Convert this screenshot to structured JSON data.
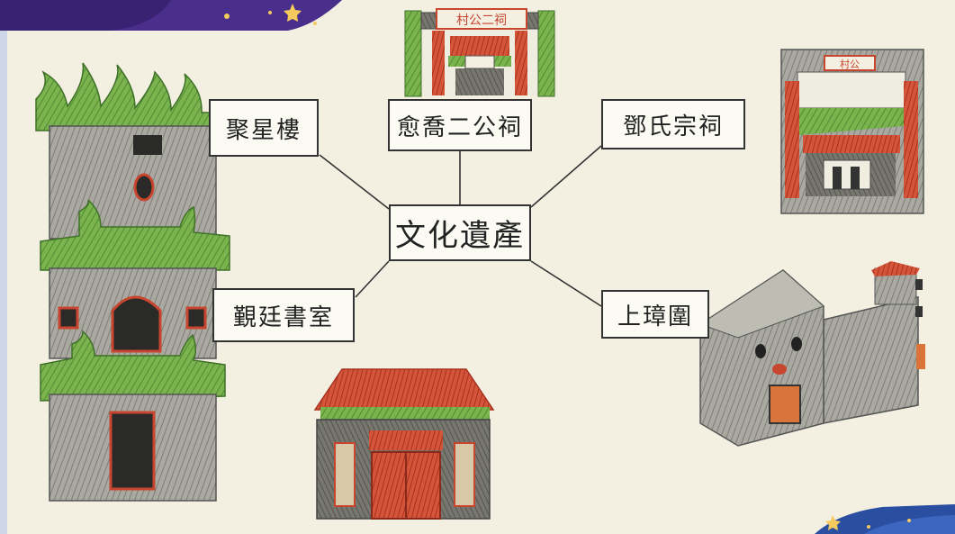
{
  "diagram": {
    "center": "文化遺產",
    "branches": [
      "聚星樓",
      "愈喬二公祠",
      "鄧氏宗祠",
      "覲廷書室",
      "上璋圍"
    ],
    "building_signs": [
      "村公二祠",
      "村公"
    ]
  },
  "colors": {
    "paper": "#f3f0e2",
    "pencil_grey": "#9a9a92",
    "pencil_dark": "#4a4a46",
    "pencil_green": "#6aa843",
    "pencil_red": "#c8452e",
    "pencil_orange": "#d9743a",
    "corner_purple": "#4a2e8c",
    "corner_blue": "#2a4fa0",
    "star_gold": "#f4c95d"
  },
  "icons": [
    "pagoda-tower-drawing",
    "ancestral-hall-gate-drawing",
    "clan-hall-drawing",
    "study-hall-drawing",
    "walled-village-drawing"
  ]
}
